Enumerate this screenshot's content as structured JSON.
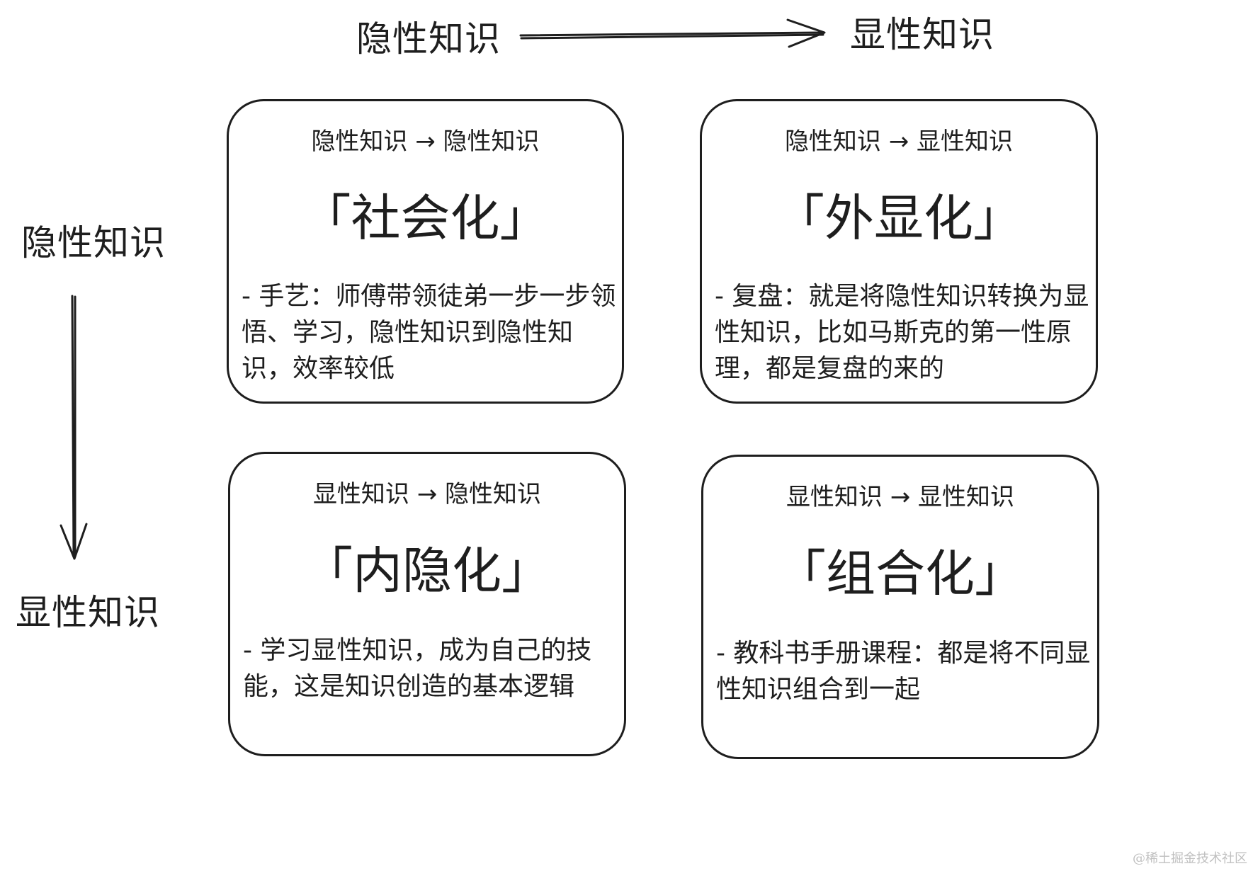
{
  "axes": {
    "top_from": "隐性知识",
    "top_to": "显性知识",
    "left_from": "隐性知识",
    "left_to": "显性知识"
  },
  "quadrants": [
    {
      "header": "隐性知识 → 隐性知识",
      "title": "「社会化」",
      "desc": "- 手艺：师傅带领徒弟一步一步领悟、学习，隐性知识到隐性知识，效率较低"
    },
    {
      "header": "隐性知识 → 显性知识",
      "title": "「外显化」",
      "desc": "- 复盘：就是将隐性知识转换为显性知识，比如马斯克的第一性原理，都是复盘的来的"
    },
    {
      "header": "显性知识 → 隐性知识",
      "title": "「内隐化」",
      "desc": "- 学习显性知识，成为自己的技能，这是知识创造的基本逻辑"
    },
    {
      "header": "显性知识 → 显性知识",
      "title": "「组合化」",
      "desc": "- 教科书手册课程：都是将不同显性知识组合到一起"
    }
  ],
  "watermark": "@稀土掘金技术社区",
  "colors": {
    "stroke": "#1e1e1e",
    "background": "#ffffff",
    "watermark": "#c0c0c0"
  }
}
